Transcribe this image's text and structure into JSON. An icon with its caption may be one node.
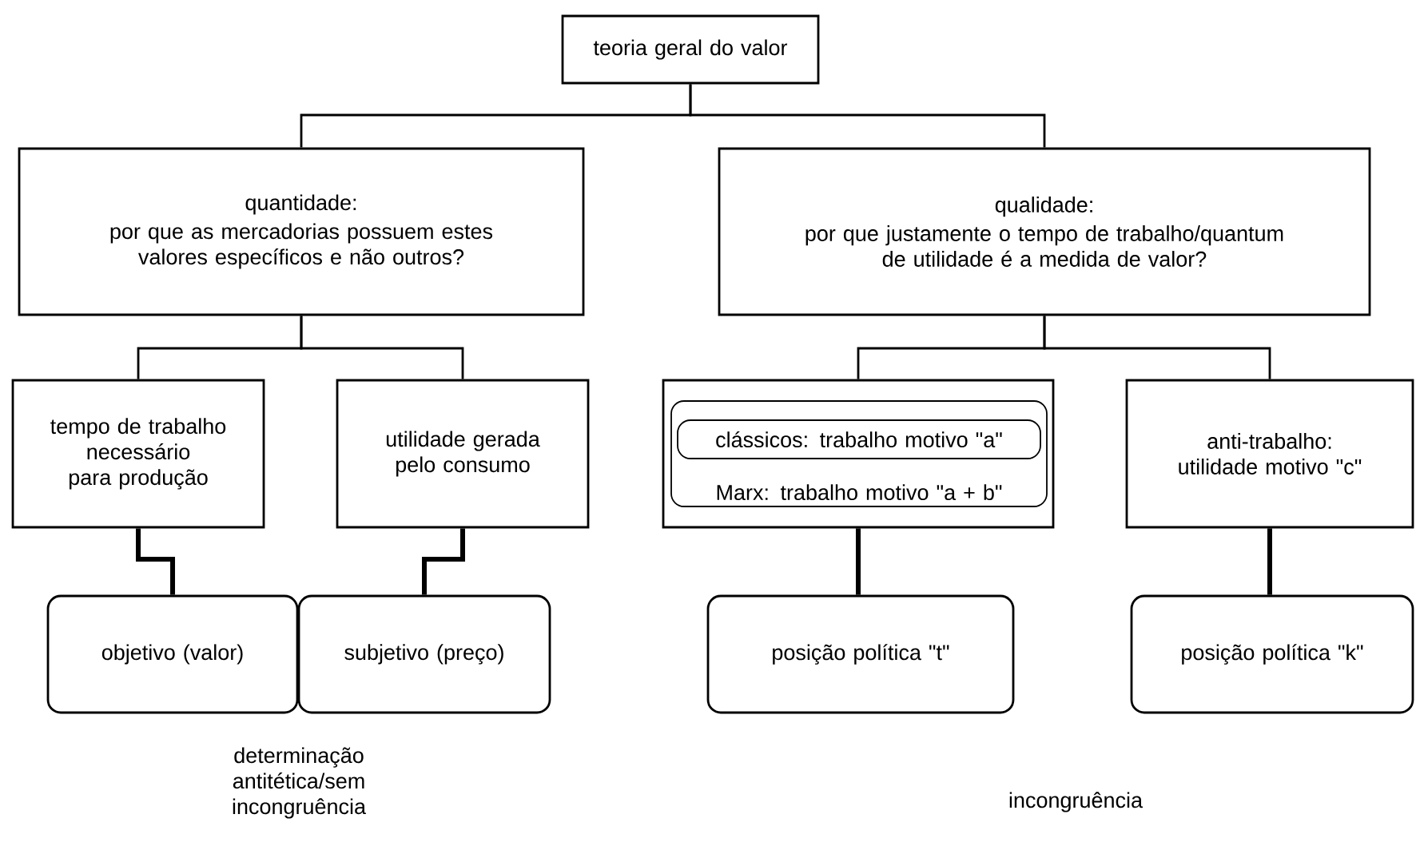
{
  "diagram": {
    "nodes": [
      {
        "text": [
          "teoria geral do valor"
        ]
      },
      {
        "text": [
          "quantidade:",
          "por que as mercadorias possuem estes valores específicos e não outros?"
        ]
      },
      {
        "text": [
          "qualidade:",
          "por que justamente o tempo de trabalho/quantum de utilidade é a medida de valor?"
        ]
      },
      {
        "text": [
          "tempo de trabalho necessário para produção"
        ]
      },
      {
        "text": [
          "utilidade gerada pelo consumo"
        ]
      },
      {
        "text": [],
        "shape": "box"
      },
      {
        "text": [
          "Marx: trabalho motivo \"a + b\""
        ],
        "in": 5
      },
      {
        "text": [
          "clássicos: trabalho motivo \"a\""
        ],
        "in": 6
      },
      {
        "text": [
          "anti-trabalho: utilidade motivo \"c\""
        ]
      },
      {
        "text": [
          "objetivo (valor)"
        ]
      },
      {
        "text": [
          "subjetivo (preço)"
        ]
      },
      {
        "text": [
          "posição política \"t\""
        ]
      },
      {
        "text": [
          "posição política \"k\""
        ]
      }
    ],
    "edges": [
      {
        "from": 0,
        "to": 1,
        "arrow": "none"
      },
      {
        "from": 0,
        "to": 2,
        "arrow": "none"
      },
      {
        "from": 1,
        "to": 3,
        "arrow": "none"
      },
      {
        "from": 1,
        "to": 4,
        "arrow": "none"
      },
      {
        "from": 2,
        "to": 5,
        "arrow": "none"
      },
      {
        "from": 2,
        "to": 8,
        "arrow": "none"
      },
      {
        "from": 3,
        "to": 9,
        "arrow": "none",
        "style": "thick"
      },
      {
        "from": 4,
        "to": 10,
        "arrow": "none",
        "style": "thick"
      },
      {
        "from": 5,
        "to": 11,
        "arrow": "none",
        "style": "thick"
      },
      {
        "from": 8,
        "to": 12,
        "arrow": "none",
        "style": "thick"
      }
    ],
    "labels": [
      "determinação antitética/sem incongruência",
      "incongruência"
    ]
  }
}
